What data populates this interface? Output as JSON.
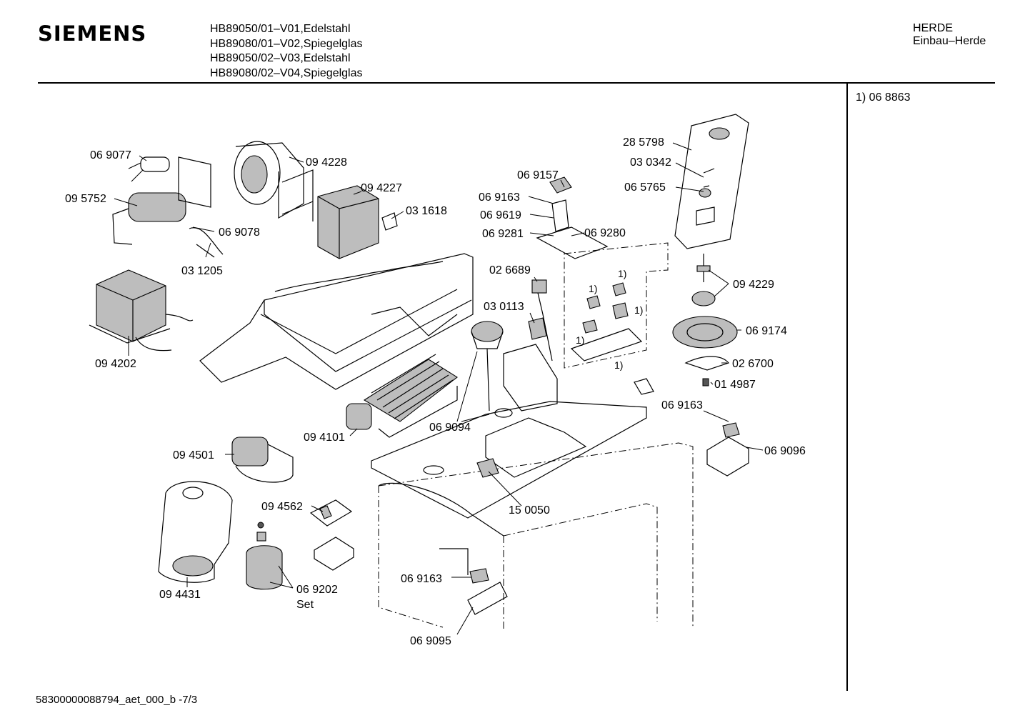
{
  "header": {
    "brand": "SIEMENS",
    "models": [
      "HB89050/01–V01,Edelstahl",
      "HB89080/01–V02,Spiegelglas",
      "HB89050/02–V03,Edelstahl",
      "HB89080/02–V04,Spiegelglas"
    ],
    "category": [
      "HERDE",
      "Einbau–Herde"
    ]
  },
  "sidebar": {
    "note": "1) 06 8863"
  },
  "footer": {
    "code": "58300000088794_aet_000_b  -7/3"
  },
  "parts": [
    "06 9077",
    "09 5752",
    "06 9078",
    "03 1205",
    "09 4228",
    "09 4227",
    "03 1618",
    "09 4202",
    "06 9157",
    "06 9163",
    "06 9619",
    "06 9281",
    "06 9280",
    "02 6689",
    "03 0113",
    "28 5798",
    "03 0342",
    "06 5765",
    "09 4229",
    "06 9174",
    "02 6700",
    "01 4987",
    "06 9163",
    "06 9096",
    "06 9094",
    "09 4101",
    "09 4501",
    "09 4562",
    "15 0050",
    "09 4431",
    "06 9202",
    "Set",
    "06 9163",
    "06 9095"
  ],
  "markers": [
    "1)",
    "1)",
    "1)",
    "1)",
    "1)"
  ]
}
